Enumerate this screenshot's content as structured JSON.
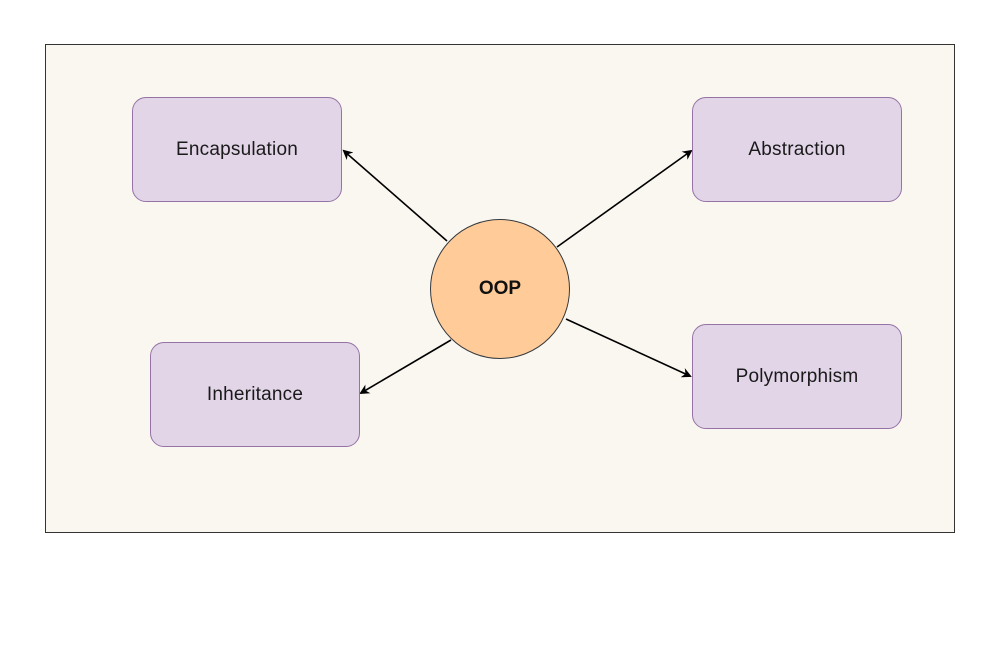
{
  "diagram": {
    "center": {
      "label": "OOP"
    },
    "concepts": [
      {
        "id": "encapsulation",
        "label": "Encapsulation"
      },
      {
        "id": "abstraction",
        "label": "Abstraction"
      },
      {
        "id": "inheritance",
        "label": "Inheritance"
      },
      {
        "id": "polymorphism",
        "label": "Polymorphism"
      }
    ],
    "colors": {
      "background": "#faf7f0",
      "center_fill": "#ffcc99",
      "concept_fill": "#e1d5e7",
      "concept_border": "#9673a6",
      "edge": "#000000"
    }
  }
}
